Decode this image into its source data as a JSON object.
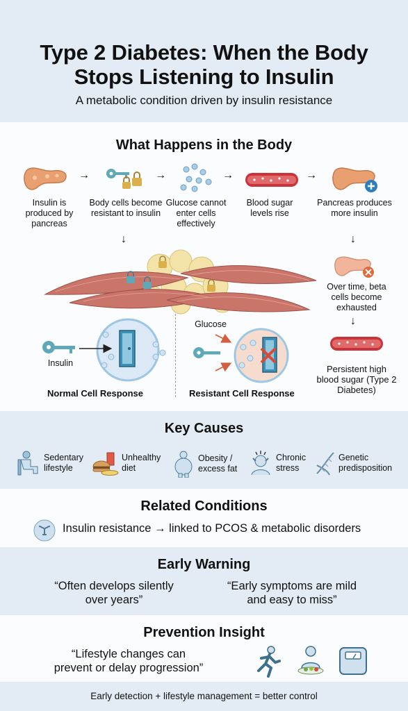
{
  "header": {
    "title_line1": "Type 2 Diabetes: When the Body",
    "title_line2": "Stops Listening to Insulin",
    "subtitle": "A metabolic condition driven by insulin resistance"
  },
  "body_section": {
    "title": "What Happens in the Body",
    "steps": [
      {
        "label": "Insulin is produced by pancreas",
        "icon": "pancreas-icon"
      },
      {
        "label": "Body cells become resistant to insulin",
        "icon": "key-lock-icon"
      },
      {
        "label": "Glucose cannot enter cells effectively",
        "icon": "glucose-molecules-icon"
      },
      {
        "label": "Blood sugar levels rise",
        "icon": "blood-vessel-icon"
      },
      {
        "label": "Pancreas produces more insulin",
        "icon": "pancreas-plus-icon"
      }
    ],
    "side_steps": [
      {
        "label": "Over time, beta cells become exhausted",
        "icon": "pancreas-exhausted-icon"
      },
      {
        "label": "Persistent high blood sugar (Type 2 Diabetes)",
        "icon": "blood-vessel-icon"
      }
    ],
    "normal": {
      "key_label": "Insulin",
      "caption": "Normal Cell Response"
    },
    "resistant": {
      "glucose_label": "Glucose",
      "caption": "Resistant Cell Response"
    }
  },
  "causes": {
    "title": "Key Causes",
    "items": [
      {
        "line1": "Sedentary",
        "line2": "lifestyle",
        "icon": "sitting-person-icon"
      },
      {
        "line1": "Unhealthy",
        "line2": "diet",
        "icon": "fast-food-icon"
      },
      {
        "line1": "Obesity /",
        "line2": "excess fat",
        "icon": "body-icon"
      },
      {
        "line1": "Chronic",
        "line2": "stress",
        "icon": "stress-icon"
      },
      {
        "line1": "Genetic",
        "line2": "predisposition",
        "icon": "dna-icon"
      }
    ]
  },
  "related": {
    "title": "Related Conditions",
    "text": "Insulin resistance → linked to PCOS & metabolic disorders",
    "icon": "uterus-icon"
  },
  "warning": {
    "title": "Early Warning",
    "quote1_line1": "“Often develops silently",
    "quote1_line2": "over years”",
    "quote2_line1": "“Early symptoms are mild",
    "quote2_line2": "and easy to miss”"
  },
  "prevention": {
    "title": "Prevention Insight",
    "quote_line1": "“Lifestyle changes can",
    "quote_line2": "prevent or delay progression”",
    "icons": [
      "running-icon",
      "healthy-food-icon",
      "scale-icon"
    ]
  },
  "footer": {
    "text": "Early detection + lifestyle management = better control"
  },
  "colors": {
    "band_blue": "#e3ebf4",
    "muscle": "#c9756a",
    "fat": "#f3e3a8",
    "key": "#5fa8b8",
    "lock": "#d9b04a",
    "vessel": "#c8343a",
    "pancreas": "#e8a070",
    "cell_membrane": "#9cc6e4",
    "blocked": "#d94a3a"
  }
}
